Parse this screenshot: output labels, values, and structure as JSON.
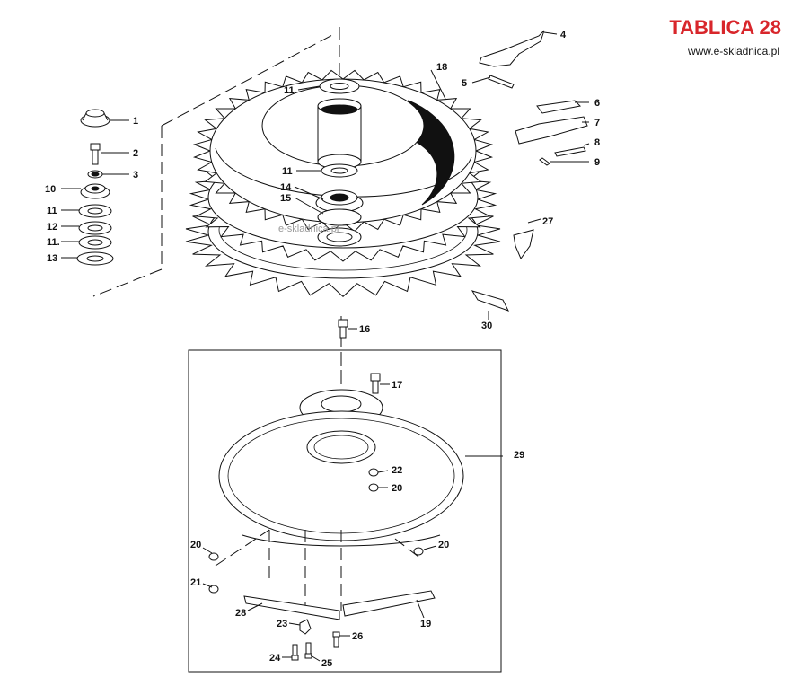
{
  "header": {
    "title": "TABLICA 28",
    "website": "www.e-skladnica.pl"
  },
  "watermark": "e-skladnica.pl",
  "callouts": {
    "c1": "1",
    "c2": "2",
    "c3": "3",
    "c4": "4",
    "c5": "5",
    "c6": "6",
    "c7": "7",
    "c8": "8",
    "c9": "9",
    "c10": "10",
    "c11a": "11",
    "c11b": "11",
    "c11c": "11.",
    "c11d": "11",
    "c12": "12",
    "c13": "13",
    "c14": "14",
    "c15": "15",
    "c16": "16",
    "c17": "17",
    "c18": "18",
    "c19": "19",
    "c20a": "20",
    "c20b": "20",
    "c20c": "20",
    "c21": "21",
    "c22": "22",
    "c23": "23",
    "c24": "24",
    "c25": "25",
    "c26": "26",
    "c27": "27",
    "c28": "28",
    "c29": "29",
    "c30": "30"
  },
  "colors": {
    "title": "#d8262b",
    "line": "#111111"
  }
}
